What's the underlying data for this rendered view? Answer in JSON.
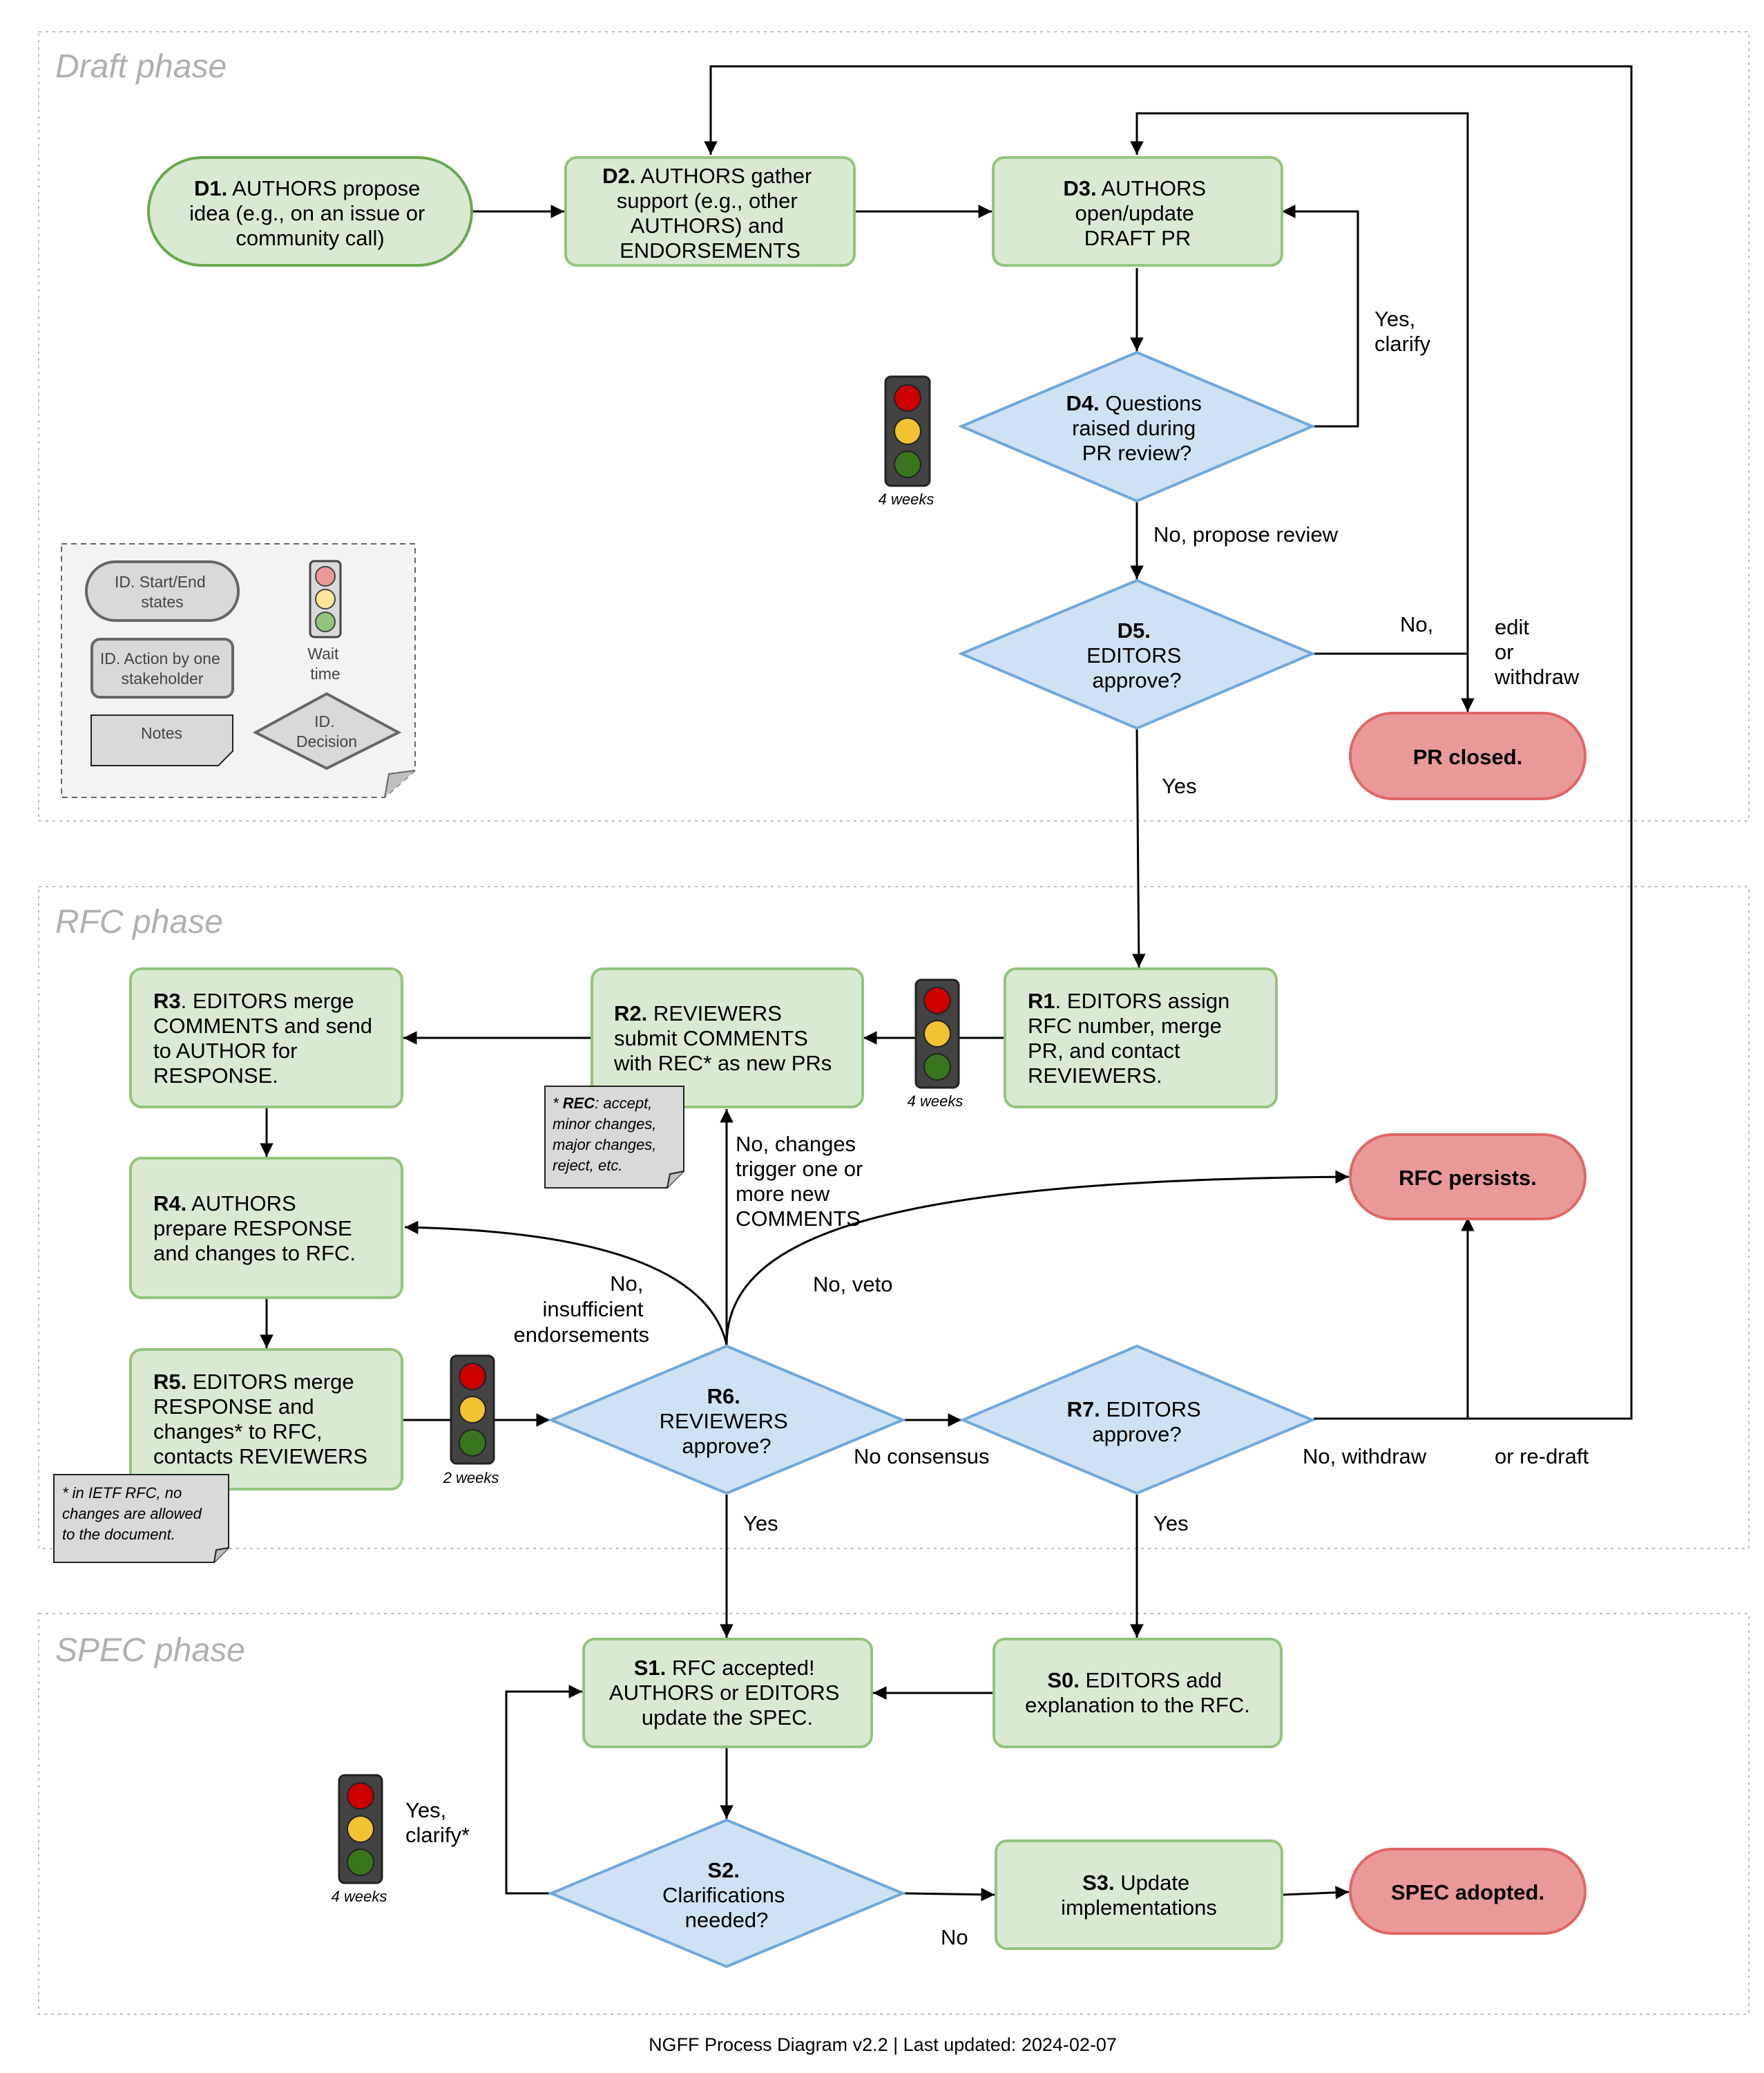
{
  "phases": {
    "draft": "Draft phase",
    "rfc": "RFC phase",
    "spec": "SPEC phase"
  },
  "colors": {
    "action_fill": "#d9ead3",
    "action_stroke": "#93c47d",
    "decision_fill": "#cfe2f3",
    "decision_stroke": "#6fa8dc",
    "end_fill": "#ea9999",
    "end_stroke": "#e06666",
    "note_fill": "#d9d9d9",
    "legend_fill": "#f3f3f3"
  },
  "nodes": {
    "d1": {
      "id": "D1.",
      "lines": [
        "AUTHORS propose",
        "idea (e.g., on an issue or",
        "community call)"
      ]
    },
    "d2": {
      "id": "D2.",
      "lines": [
        "AUTHORS gather",
        "support (e.g., other",
        "AUTHORS) and",
        "ENDORSEMENTS"
      ]
    },
    "d3": {
      "id": "D3.",
      "lines": [
        "AUTHORS",
        "open/update",
        "DRAFT PR"
      ]
    },
    "d4": {
      "id": "D4.",
      "lines": [
        "Questions",
        "raised during",
        "PR review?"
      ]
    },
    "d5": {
      "id": "D5.",
      "lines": [
        "EDITORS",
        "approve?"
      ]
    },
    "pr_closed": {
      "label": "PR closed."
    },
    "r1": {
      "id": "R1",
      "lines": [
        ". EDITORS assign",
        "RFC number, merge",
        "PR, and contact",
        "REVIEWERS."
      ]
    },
    "r2": {
      "id": "R2.",
      "lines": [
        "REVIEWERS",
        "submit COMMENTS",
        "with REC* as new PRs"
      ]
    },
    "r3": {
      "id": "R3",
      "lines": [
        ". EDITORS merge",
        "COMMENTS and send",
        "to AUTHOR for",
        "RESPONSE."
      ]
    },
    "r4": {
      "id": "R4.",
      "lines": [
        "AUTHORS",
        "prepare RESPONSE",
        "and changes to RFC."
      ]
    },
    "r5": {
      "id": "R5.",
      "lines": [
        "EDITORS merge",
        "RESPONSE and",
        "changes* to RFC,",
        "contacts REVIEWERS"
      ]
    },
    "r6": {
      "id": "R6.",
      "lines": [
        "REVIEWERS",
        "approve?"
      ]
    },
    "r7": {
      "id": "R7.",
      "lines": [
        "EDITORS",
        "approve?"
      ]
    },
    "rfc_persists": {
      "label": "RFC persists."
    },
    "s0": {
      "id": "S0.",
      "lines": [
        "EDITORS add",
        "explanation to the RFC."
      ]
    },
    "s1": {
      "id": "S1.",
      "lines": [
        "RFC accepted!",
        "AUTHORS or EDITORS",
        "update the SPEC."
      ]
    },
    "s2": {
      "id": "S2.",
      "lines": [
        "Clarifications",
        "needed?"
      ]
    },
    "s3": {
      "id": "S3.",
      "lines": [
        "Update",
        "implementations"
      ]
    },
    "spec_adopted": {
      "label": "SPEC adopted."
    }
  },
  "edge_labels": {
    "d4_yes": [
      "Yes,",
      "clarify"
    ],
    "d4_no": "No, propose review",
    "d5_no": "No,",
    "d5_edit": [
      "edit",
      "or",
      "withdraw"
    ],
    "d5_yes": "Yes",
    "r6_no_changes": [
      "No, changes",
      "trigger one or",
      "more new",
      "COMMENTS"
    ],
    "r6_no_insufficient": [
      "No,",
      "insufficient",
      "endorsements"
    ],
    "r6_no_veto": "No, veto",
    "r6_no_consensus": "No consensus",
    "r6_yes": "Yes",
    "r7_no_withdraw": "No, withdraw",
    "r7_or_redraft": "or re-draft",
    "r7_yes": "Yes",
    "s2_yes": [
      "Yes,",
      "clarify*"
    ],
    "s2_no": "No"
  },
  "wait_times": {
    "d4": "4 weeks",
    "r1": "4 weeks",
    "r5": "2 weeks",
    "s2": "4 weeks"
  },
  "notes": {
    "rec": {
      "bold": "REC",
      "lines": [
        "* REC: accept,",
        "minor changes,",
        "major changes,",
        "reject, etc."
      ]
    },
    "ietf": {
      "lines": [
        "* in IETF RFC, no",
        "changes are allowed",
        "to the document."
      ]
    }
  },
  "legend": {
    "start_end": [
      "ID. Start/End",
      "states"
    ],
    "action": [
      "ID. Action by one",
      "stakeholder"
    ],
    "notes": "Notes",
    "wait": [
      "Wait",
      "time"
    ],
    "decision": [
      "ID.",
      "Decision"
    ]
  },
  "footer": "NGFF Process Diagram v2.2 | Last updated: 2024-02-07"
}
